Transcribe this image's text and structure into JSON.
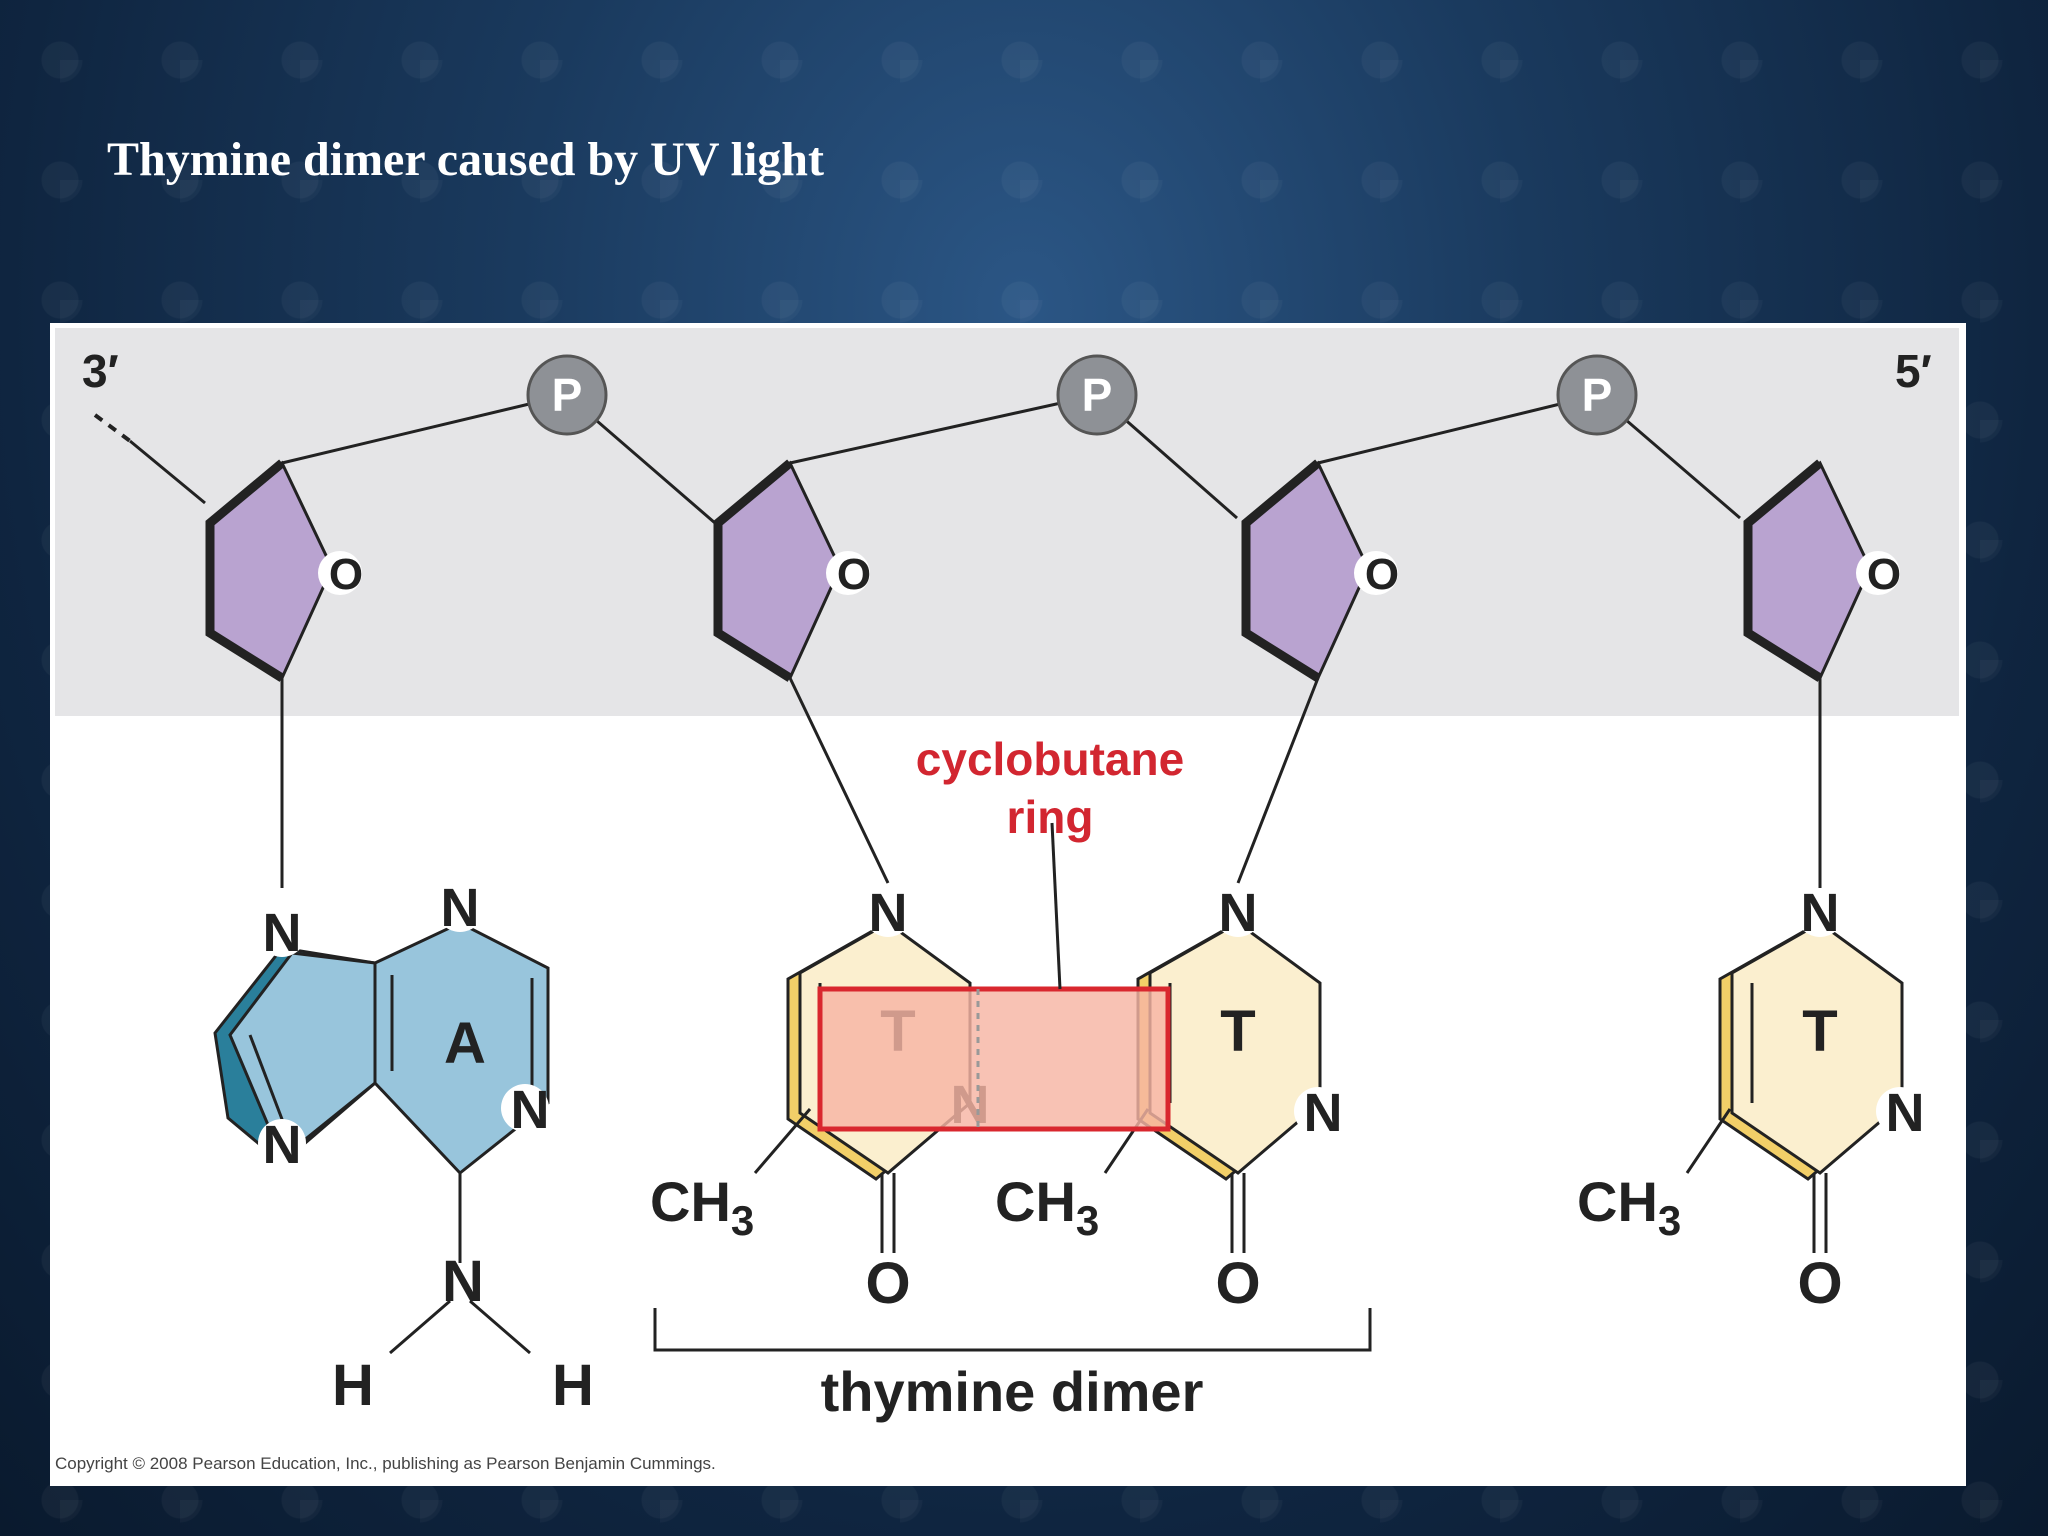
{
  "slide": {
    "title": "Thymine dimer caused by UV light"
  },
  "figure": {
    "end_labels": {
      "three_prime": "3′",
      "five_prime": "5′"
    },
    "phosphate_label": "P",
    "ring_oxygen_label": "O",
    "adenine": {
      "letter": "A",
      "atoms": [
        "N",
        "N",
        "N",
        "N"
      ],
      "amine": {
        "n": "N",
        "h1": "H",
        "h2": "H"
      }
    },
    "thymines": [
      {
        "letter": "T",
        "n_top": "N",
        "n_side": "N",
        "ch3": "CH",
        "ch3_sub": "3",
        "oxygen": "O"
      },
      {
        "letter": "T",
        "n_top": "N",
        "n_side": "N",
        "ch3": "CH",
        "ch3_sub": "3",
        "oxygen": "O"
      },
      {
        "letter": "T",
        "n_top": "N",
        "n_side": "N",
        "ch3": "CH",
        "ch3_sub": "3",
        "oxygen": "O"
      }
    ],
    "cyclobutane_label_line1": "cyclobutane",
    "cyclobutane_label_line2": "ring",
    "dimer_label": "thymine dimer",
    "copyright": "Copyright © 2008 Pearson Education, Inc., publishing as Pearson Benjamin Cummings.",
    "colors": {
      "backbone_band": "#e5e5e7",
      "sugar": "#b9a3d0",
      "phosphate": "#8e9196",
      "adenine": "#98c5dc",
      "adenine_dark": "#2a7f9b",
      "thymine": "#fbefcf",
      "thymine_edge": "#f2cf68",
      "cyclobutane_fill": "#f6b5a3",
      "cyclobutane_edge": "#d9272e",
      "label_red": "#d22630"
    }
  }
}
